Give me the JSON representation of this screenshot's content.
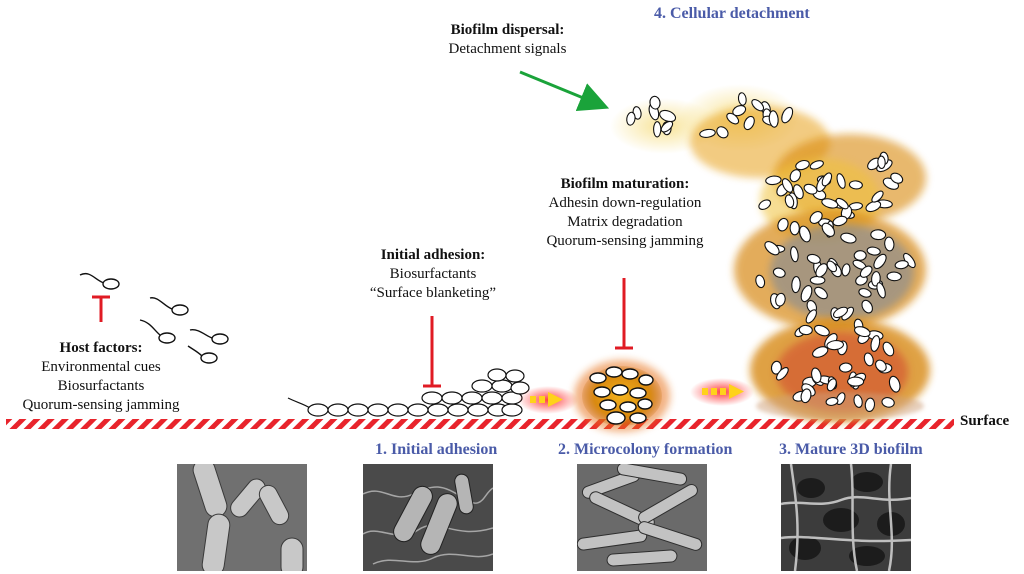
{
  "dispersal": {
    "title": "Biofilm dispersal:",
    "lines": [
      "Detachment signals"
    ]
  },
  "maturation": {
    "title": "Biofilm maturation:",
    "lines": [
      "Adhesin down-regulation",
      "Matrix degradation",
      "Quorum-sensing jamming"
    ]
  },
  "adhesion": {
    "title": "Initial adhesion:",
    "lines": [
      "Biosurfactants",
      "“Surface blanketing”"
    ]
  },
  "host": {
    "title": "Host factors:",
    "lines": [
      "Environmental cues",
      "Biosurfactants",
      "Quorum-sensing jamming"
    ]
  },
  "surface_label": "Surface",
  "stages": {
    "s1": "1. Initial adhesion",
    "s2": "2. Microcolony formation",
    "s3": "3. Mature 3D biofilm",
    "s4": "4. Cellular detachment"
  },
  "colors": {
    "stage_text": "#4a5ba8",
    "inhibit": "#e01b24",
    "signal_arrow": "#1aa33a",
    "surface": "#e8242c",
    "biofilm": "#e8a21a",
    "flow_arrow": "#ffd21a"
  }
}
